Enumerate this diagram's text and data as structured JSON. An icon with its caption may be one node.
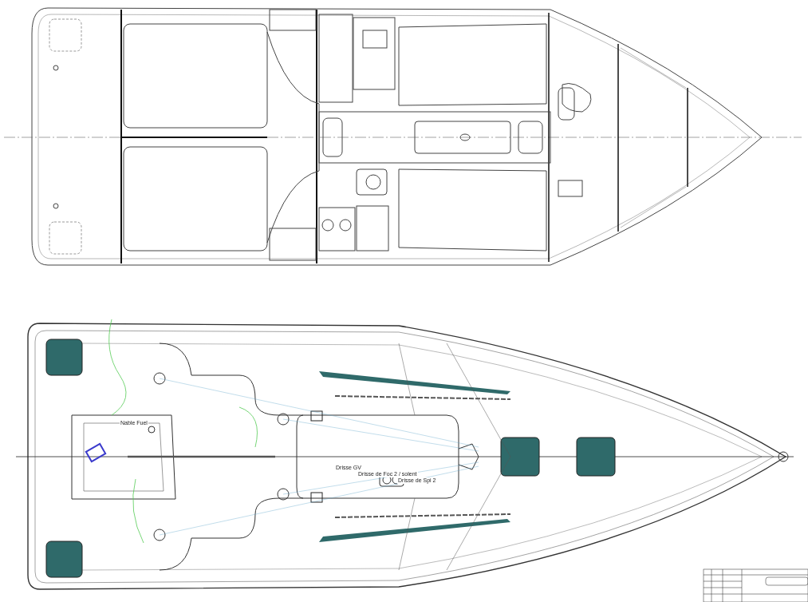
{
  "diagram": {
    "labels": [
      "Nable Fuel",
      "Drisse GV",
      "Drisse de Foc 2 / solent",
      "Drisse de Spi 2"
    ]
  }
}
